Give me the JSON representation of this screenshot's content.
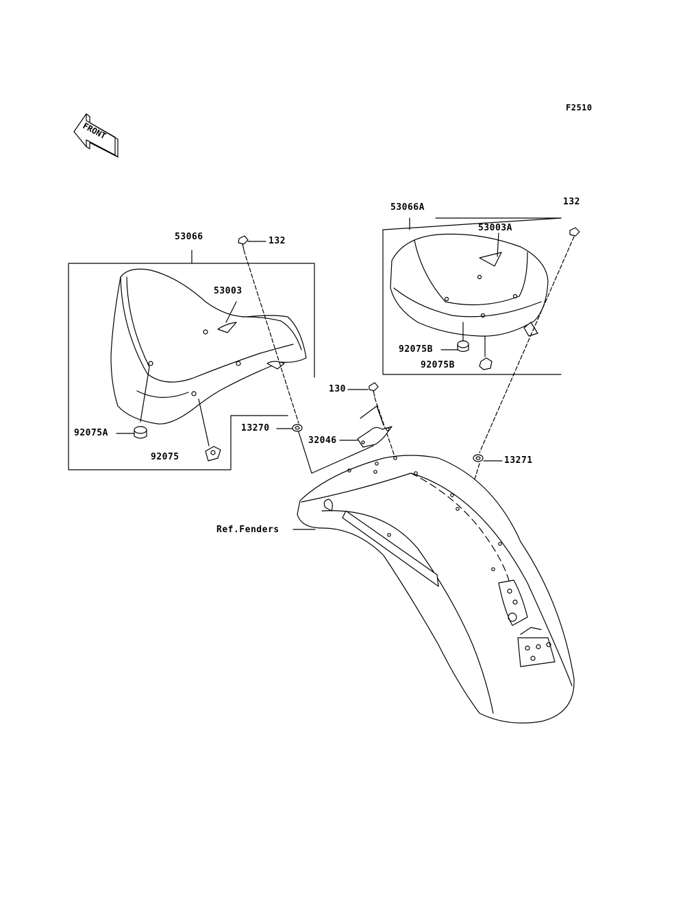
{
  "figure_code": "F2510",
  "front_arrow_text": "FRONT",
  "labels": {
    "p53066": "53066",
    "p132_front": "132",
    "p53003": "53003",
    "p92075a": "92075A",
    "p92075": "92075",
    "p13270": "13270",
    "p53066a": "53066A",
    "p132_rear": "132",
    "p53003a": "53003A",
    "p92075b_1": "92075B",
    "p92075b_2": "92075B",
    "p130": "130",
    "p32046": "32046",
    "p13271": "13271",
    "ref_fenders": "Ref.Fenders"
  }
}
